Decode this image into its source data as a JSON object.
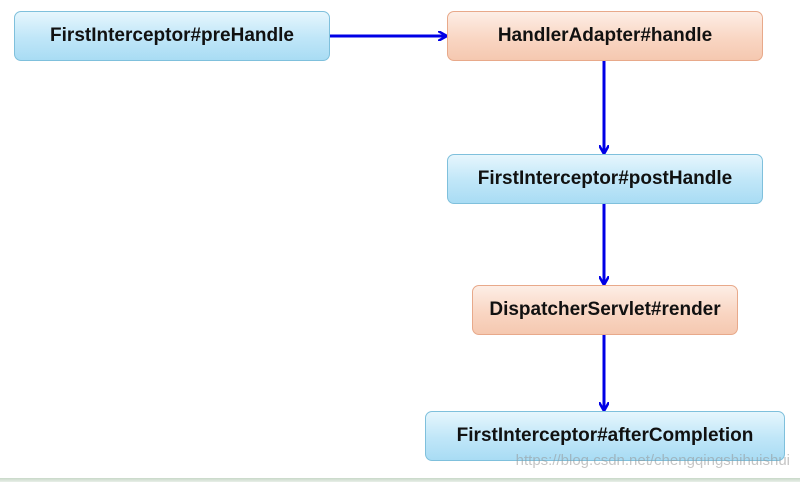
{
  "nodes": {
    "pre_handle": "FirstInterceptor#preHandle",
    "handle": "HandlerAdapter#handle",
    "post_handle": "FirstInterceptor#postHandle",
    "render": "DispatcherServlet#render",
    "after_completion": "FirstInterceptor#afterCompletion"
  },
  "watermark": "https://blog.csdn.net/chengqingshihuishui",
  "colors": {
    "arrow": "#0000e6",
    "blue_node": "#bfe6f8",
    "orange_node": "#f9d6c3"
  }
}
